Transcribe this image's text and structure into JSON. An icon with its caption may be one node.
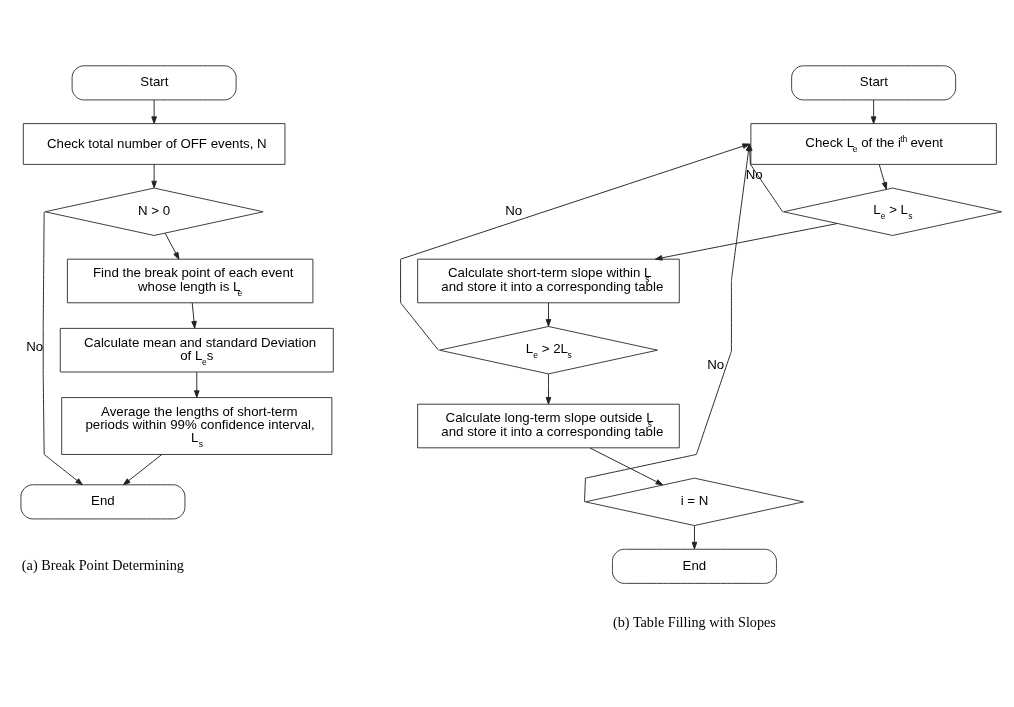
{
  "diagram": {
    "nodes": [
      {
        "text": [
          "Start"
        ]
      },
      {
        "text": [
          "Check total number of OFF events, N"
        ]
      },
      {
        "text": [
          "N > 0"
        ]
      },
      {
        "text": [
          "Find the break point of each event whose length is L$_{e}$"
        ]
      },
      {
        "text": [
          "Calculate mean and standard Deviation of L$_{e}$s"
        ]
      },
      {
        "text": [
          "Average the lengths of short-term periods within 99% confidence interval, L$_{s}$"
        ]
      },
      {
        "text": [
          "End"
        ]
      },
      {
        "text": [
          "Start"
        ]
      },
      {
        "text": [
          "Check L$_{e}$ of the i$^{th}$ event"
        ]
      },
      {
        "text": [
          "L$_{e}$ > L$_{s}$"
        ]
      },
      {
        "text": [
          "Calculate short-term slope within L$_{s}$ and store it into a corresponding table"
        ]
      },
      {
        "text": [
          "L$_{e}$ > 2L$_{s}$"
        ]
      },
      {
        "text": [
          "Calculate long-term slope outside L$_{s}$ and store it into a corresponding table"
        ]
      },
      {
        "text": [
          "i = N"
        ]
      },
      {
        "text": [
          "End"
        ]
      }
    ],
    "edges": [
      {
        "from": 0,
        "to": 1,
        "arrow": "to"
      },
      {
        "from": 1,
        "to": 2,
        "arrow": "to"
      },
      {
        "from": 2,
        "to": 3,
        "arrow": "to"
      },
      {
        "from": 2,
        "to": 6,
        "arrow": "to",
        "label": "No"
      },
      {
        "from": 3,
        "to": 4,
        "arrow": "to"
      },
      {
        "from": 4,
        "to": 5,
        "arrow": "to"
      },
      {
        "from": 5,
        "to": 6,
        "arrow": "to"
      },
      {
        "from": 7,
        "to": 8,
        "arrow": "to"
      },
      {
        "from": 8,
        "to": 9,
        "arrow": "to"
      },
      {
        "from": 9,
        "to": 8,
        "arrow": "to",
        "label": "No"
      },
      {
        "from": 9,
        "to": 10,
        "arrow": "to"
      },
      {
        "from": 10,
        "to": 11,
        "arrow": "to"
      },
      {
        "from": 11,
        "to": 8,
        "arrow": "to",
        "label": "No"
      },
      {
        "from": 11,
        "to": 12,
        "arrow": "to"
      },
      {
        "from": 12,
        "to": 13,
        "arrow": "to"
      },
      {
        "from": 13,
        "to": 8,
        "arrow": "to",
        "label": "No"
      },
      {
        "from": 13,
        "to": 14,
        "arrow": "to"
      }
    ],
    "labels": [
      "(a) Break Point Determining",
      "(b) Table Filling with Slopes"
    ]
  }
}
